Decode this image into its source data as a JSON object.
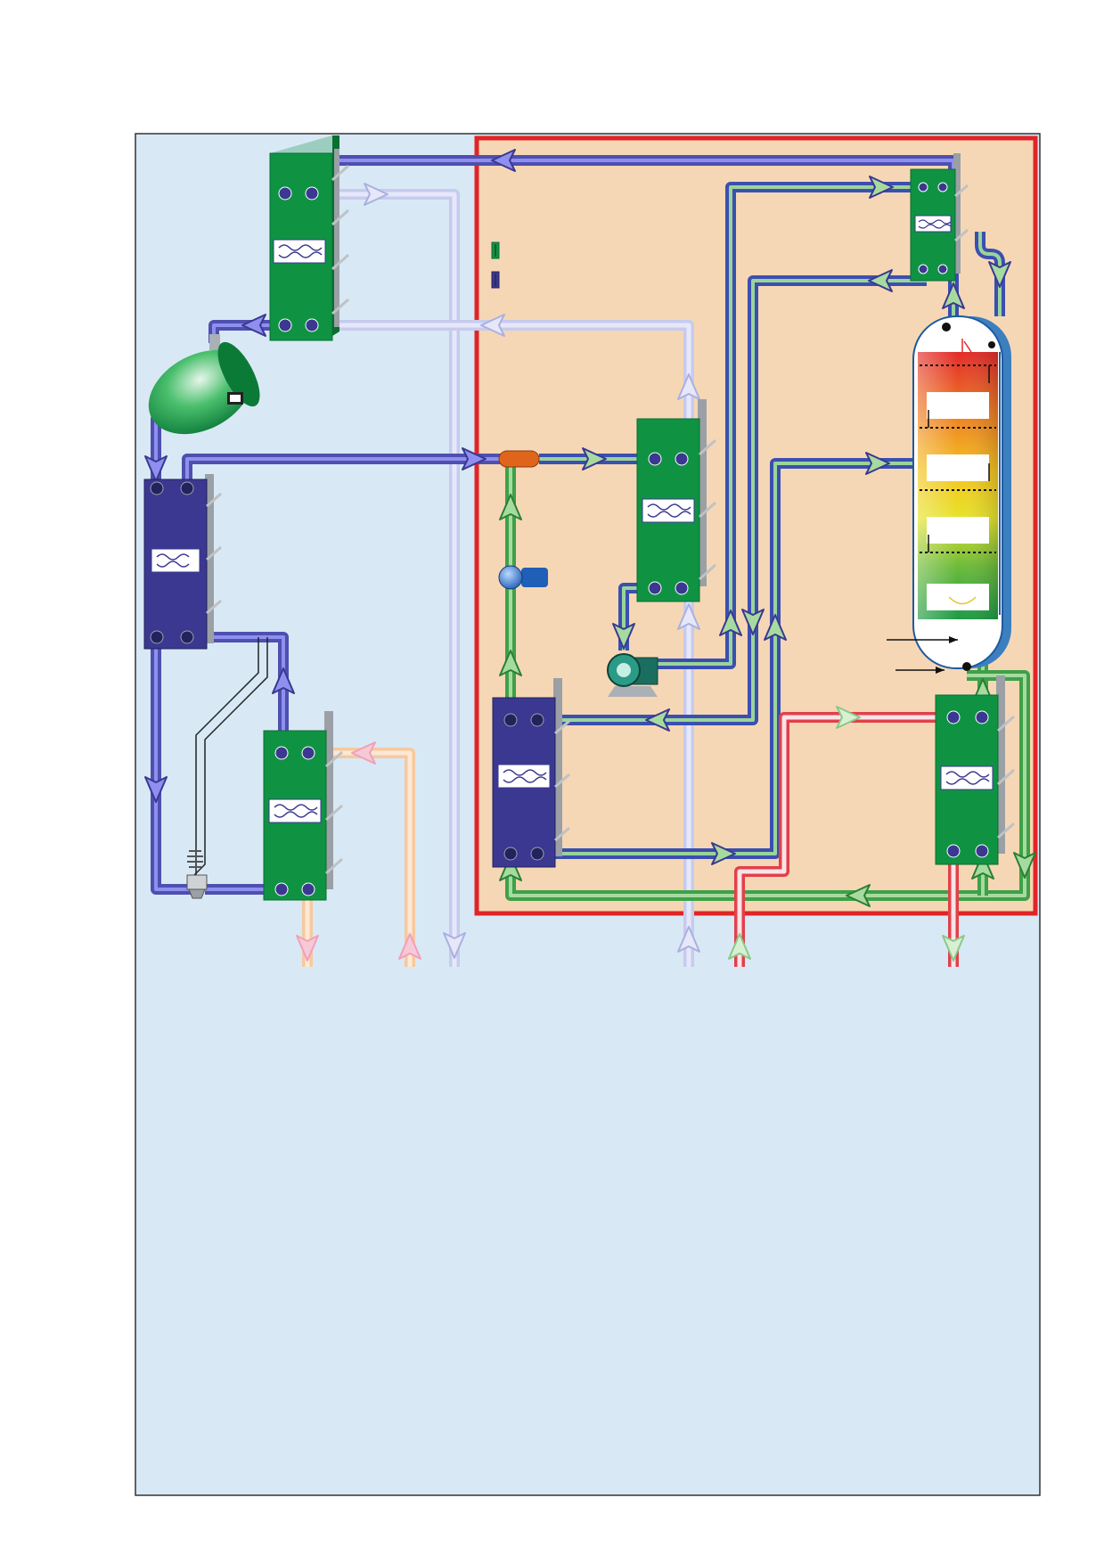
{
  "colors": {
    "page_background": "#ffffff",
    "panel_background": "#d8e9f5",
    "panel_border": "#333333",
    "zone_background": "#f6d7b5",
    "zone_border": "#e02427",
    "hx_green": "#0f9343",
    "hx_blue": "#3a3890",
    "pipe_blue": "#4f4fb0",
    "pipe_blue_core": "#8f8ff0",
    "pipe_green": "#3fa048",
    "pipe_green_core": "#a6dba0",
    "pipe_blue_green": "#3b4fb0",
    "pipe_light_lavender": "#c3c8ee",
    "pipe_red": "#e2404a",
    "pipe_pink": "#f1a1b8",
    "pipe_peach": "#f5c9a0",
    "separator_orange": "#e0651c",
    "receiver_green": "#19a54c"
  },
  "icons": {
    "heat_exchanger": "plate-heat-exchanger-icon",
    "receiver": "liquid-receiver-icon",
    "column": "distillation-column-icon",
    "pump": "centrifugal-pump-icon",
    "valve": "expansion-valve-icon",
    "filter": "filter-icon",
    "legend_item": "legend-swatch-icon"
  },
  "equipment": [
    {
      "name": "condenser-top-left",
      "type": "plate-heat-exchanger",
      "color": "green"
    },
    {
      "name": "liquid-receiver",
      "type": "receiver",
      "color": "green"
    },
    {
      "name": "evaporator-left",
      "type": "plate-heat-exchanger",
      "color": "blue"
    },
    {
      "name": "subcooler-lower-left",
      "type": "plate-heat-exchanger",
      "color": "green"
    },
    {
      "name": "overhead-condenser",
      "type": "plate-heat-exchanger",
      "color": "green"
    },
    {
      "name": "economizer-center",
      "type": "plate-heat-exchanger",
      "color": "green"
    },
    {
      "name": "feed-heater-lower",
      "type": "plate-heat-exchanger",
      "color": "blue"
    },
    {
      "name": "reboiler-right",
      "type": "plate-heat-exchanger",
      "color": "green"
    },
    {
      "name": "distillation-column",
      "type": "column",
      "color": "gradient"
    }
  ],
  "texts": {}
}
